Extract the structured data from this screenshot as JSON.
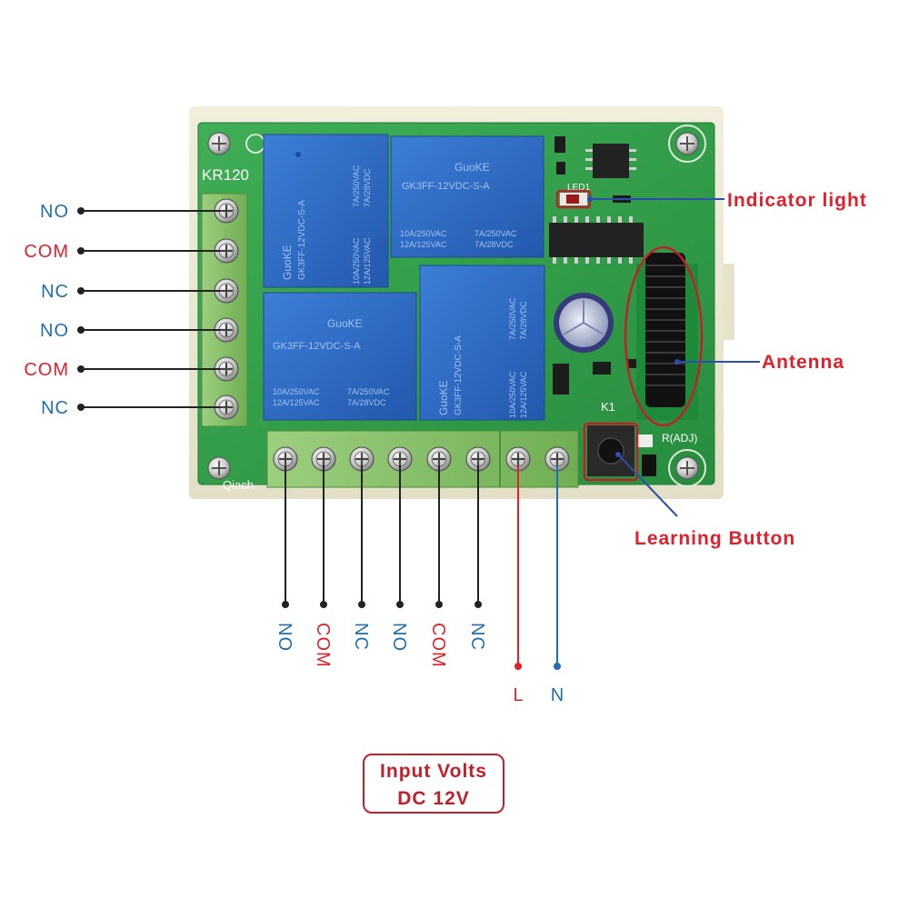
{
  "board": {
    "model": "KR120",
    "maker_print": "Qiach",
    "led_label": "LED1",
    "button_label": "K1",
    "resistor_label": "R(ADJ)"
  },
  "relays": [
    {
      "brand": "GuoKE",
      "part": "GK3FF-12VDC-S-A",
      "rating_a": "10A/250VAC",
      "rating_b": "12A/125VAC",
      "rating_c": "7A/250VAC",
      "rating_d": "7A/28VDC"
    },
    {
      "brand": "GuoKE",
      "part": "GK3FF-12VDC-S-A",
      "rating_a": "10A/250VAC",
      "rating_b": "12A/125VAC",
      "rating_c": "7A/250VAC",
      "rating_d": "7A/28VDC"
    },
    {
      "brand": "GuoKE",
      "part": "GK3FF-12VDC-S-A",
      "rating_a": "10A/250VAC",
      "rating_b": "12A/125VAC",
      "rating_c": "7A/250VAC",
      "rating_d": "7A/28VDC"
    },
    {
      "brand": "GuoKE",
      "part": "GK3FF-12VDC-S-A",
      "rating_a": "10A/250VAC",
      "rating_b": "12A/125VAC",
      "rating_c": "7A/250VAC",
      "rating_d": "7A/28VDC"
    }
  ],
  "left_terminals": [
    {
      "label": "NO",
      "color": "#1f6fae"
    },
    {
      "label": "COM",
      "color": "#e0202a"
    },
    {
      "label": "NC",
      "color": "#1f6fae"
    },
    {
      "label": "NO",
      "color": "#1f6fae"
    },
    {
      "label": "COM",
      "color": "#e0202a"
    },
    {
      "label": "NC",
      "color": "#1f6fae"
    }
  ],
  "bottom_terminals": [
    {
      "label": "NO",
      "color": "#1f6fae",
      "vertical": true
    },
    {
      "label": "COM",
      "color": "#e0202a",
      "vertical": true
    },
    {
      "label": "NC",
      "color": "#1f6fae",
      "vertical": true
    },
    {
      "label": "NO",
      "color": "#1f6fae",
      "vertical": true
    },
    {
      "label": "COM",
      "color": "#e0202a",
      "vertical": true
    },
    {
      "label": "NC",
      "color": "#1f6fae",
      "vertical": true
    },
    {
      "label": "L",
      "color": "#e0202a",
      "vertical": false
    },
    {
      "label": "N",
      "color": "#1f6fae",
      "vertical": false
    }
  ],
  "callouts": {
    "indicator": "Indicator light",
    "antenna": "Antenna",
    "learning": "Learning Button"
  },
  "input_box": {
    "line1": "Input Volts",
    "line2": "DC 12V"
  },
  "colors": {
    "pcb": "#2f9e4a",
    "relay": "#2f6fc8",
    "terminal": "#86c06a",
    "label_blue": "#1f6fae",
    "label_red": "#e0202a"
  }
}
